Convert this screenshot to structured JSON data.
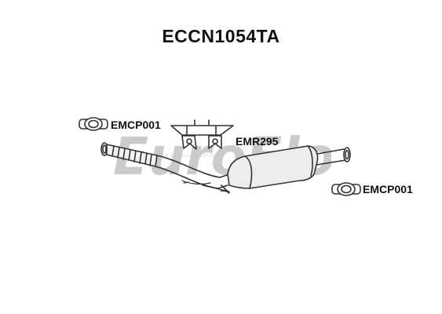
{
  "title": "ECCN1054TA",
  "parts": {
    "clamp_top": "EMCP001",
    "mount": "EMR295",
    "clamp_right": "EMCP001"
  },
  "watermark": {
    "brand": "EuroFlo",
    "tagline": "PREMIUM EXHAUST SOLUTIONS"
  },
  "colors": {
    "line": "#333333",
    "watermark": "#c6c6c6",
    "body_fill": "#ededed"
  }
}
